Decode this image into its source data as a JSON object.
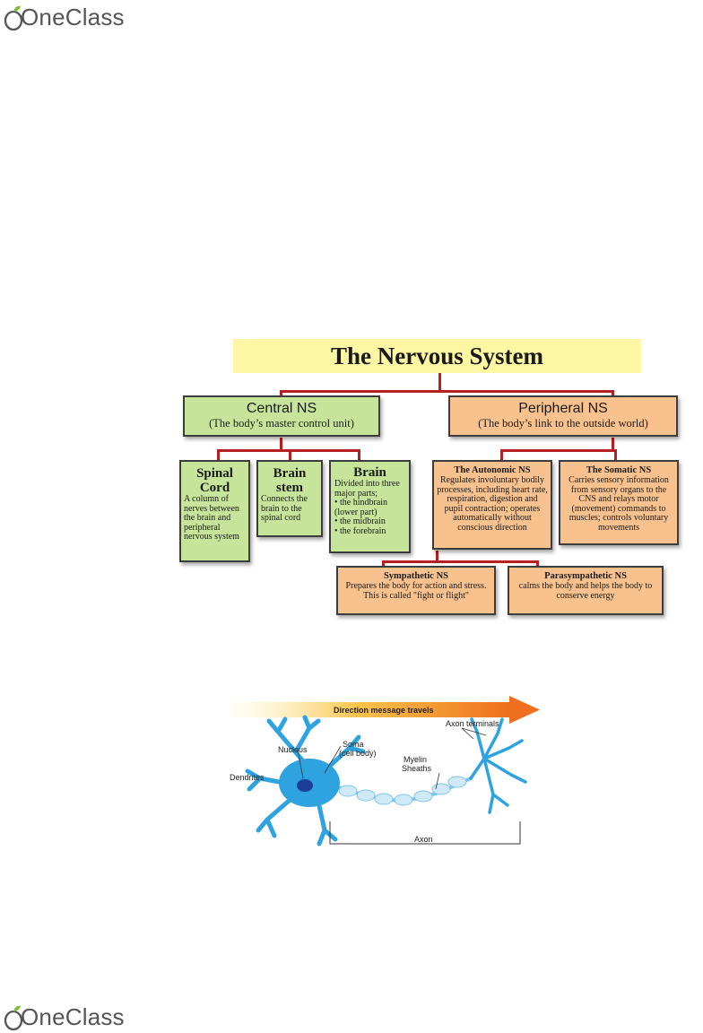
{
  "brand": {
    "name": "OneClass"
  },
  "diagram": {
    "title": "The Nervous System",
    "central": {
      "label": "Central NS",
      "sub": "(The body’s master control unit)"
    },
    "peripheral": {
      "label": "Peripheral NS",
      "sub": "(The body’s link to the outside world)"
    },
    "spinal_cord": {
      "title": "Spinal Cord",
      "desc": "A column of nerves between the brain and peripheral nervous system"
    },
    "brain_stem": {
      "title": "Brain stem",
      "desc": "Connects the brain to the spinal cord"
    },
    "brain": {
      "title": "Brain",
      "desc": "Divided into three major parts;",
      "parts": [
        "• the hindbrain (lower part)",
        "• the midbrain",
        "• the forebrain"
      ]
    },
    "autonomic": {
      "title": "The Autonomic NS",
      "desc": "Regulates involuntary bodily processes, including heart rate, respiration, digestion and pupil contraction; operates automatically without conscious direction"
    },
    "somatic": {
      "title": "The Somatic NS",
      "desc": "Carries sensory information from sensory organs to the CNS and relays motor (movement) commands to muscles; controls voluntary movements"
    },
    "sympathetic": {
      "title": "Sympathetic NS",
      "desc": "Prepares the body for action and stress. This is called \"fight or flight\""
    },
    "parasympathetic": {
      "title": "Parasympathetic NS",
      "desc": "calms the body and helps the body to conserve energy"
    }
  },
  "neuron": {
    "direction": "Direction message travels",
    "nucleus": "Nucleus",
    "soma": "Soma",
    "soma_sub": "(cell body)",
    "dendrites": "Dendrites",
    "myelin": "Myelin",
    "myelin_sub": "Sheaths",
    "axon_terminals": "Axon terminals",
    "axon": "Axon"
  },
  "colors": {
    "green": "#c6e59a",
    "orange": "#f8c18d",
    "title_bg": "#fdf7a4",
    "connector": "#b52020",
    "neuron": "#2fa3e0",
    "arrow": "#f07a1f"
  }
}
